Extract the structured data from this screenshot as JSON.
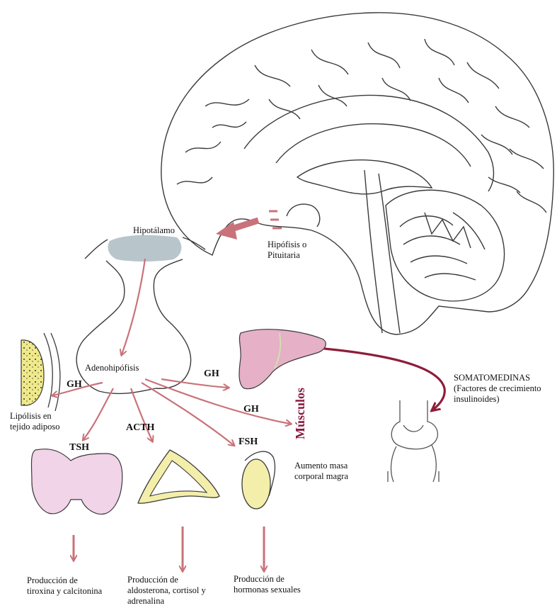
{
  "colors": {
    "arrow": "#c9727a",
    "arrow_dark": "#8e1d3a",
    "musculos": "#8b1a3e",
    "pink_fill": "#f1d4e8",
    "yellow_fill": "#f3eeaa",
    "blue_gray": "#b8c6cc",
    "outline": "#3a3a3a"
  },
  "labels": {
    "hipotalamo": "Hipotálamo",
    "hipofisis_1": "Hipófisis o",
    "hipofisis_2": "Pituitaria",
    "adenohipofisis": "Adenohipófisis",
    "lipolisis_1": "Lipólisis en",
    "lipolisis_2": "tejido adiposo",
    "somato_1": "SOMATOMEDINAS",
    "somato_2": "(Factores de crecimiento",
    "somato_3": "insulinoides)",
    "musculos": "Músculos",
    "aumento_1": "Aumento masa",
    "aumento_2": "corporal magra",
    "tiroxina_1": "Producción de",
    "tiroxina_2": "tiroxina y calcitonina",
    "aldo_1": "Producción de",
    "aldo_2": "aldosterona, cortisol y",
    "aldo_3": "adrenalina",
    "hormonas_1": "Producción de",
    "hormonas_2": "hormonas sexuales"
  },
  "hormones": {
    "gh_left": "GH",
    "gh_liver": "GH",
    "gh_muscle": "GH",
    "tsh": "TSH",
    "acth": "ACTH",
    "fsh": "FSH"
  }
}
